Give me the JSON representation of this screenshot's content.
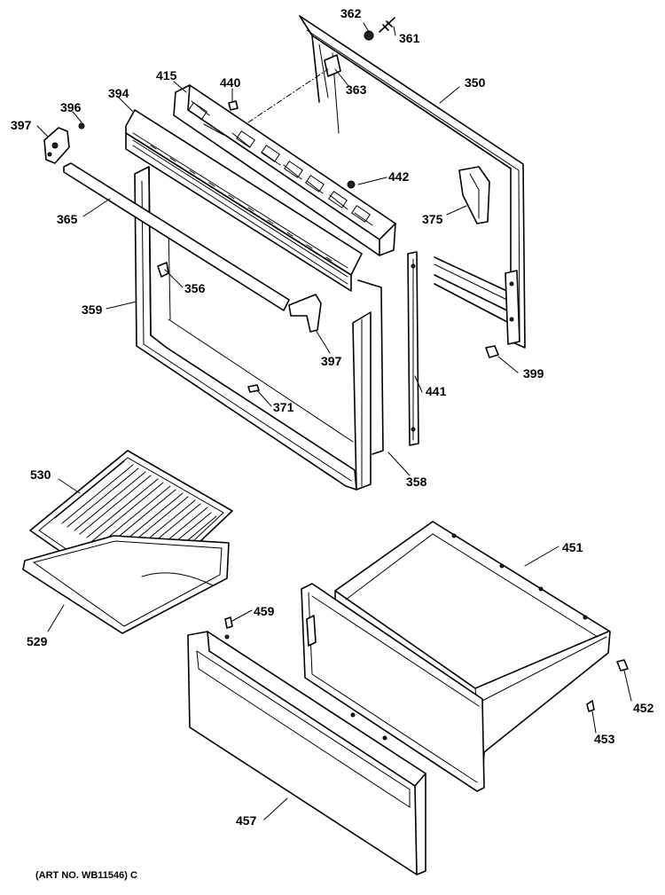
{
  "diagram": {
    "art_number": "(ART NO. WB11546) C",
    "labels": {
      "l362": "362",
      "l361": "361",
      "l350": "350",
      "l363": "363",
      "l415": "415",
      "l440": "440",
      "l394": "394",
      "l396": "396",
      "l397a": "397",
      "l365": "365",
      "l442": "442",
      "l375": "375",
      "l356": "356",
      "l359": "359",
      "l397b": "397",
      "l441": "441",
      "l399": "399",
      "l371": "371",
      "l358": "358",
      "l530": "530",
      "l529": "529",
      "l451": "451",
      "l459": "459",
      "l452": "452",
      "l453": "453",
      "l457": "457"
    }
  }
}
